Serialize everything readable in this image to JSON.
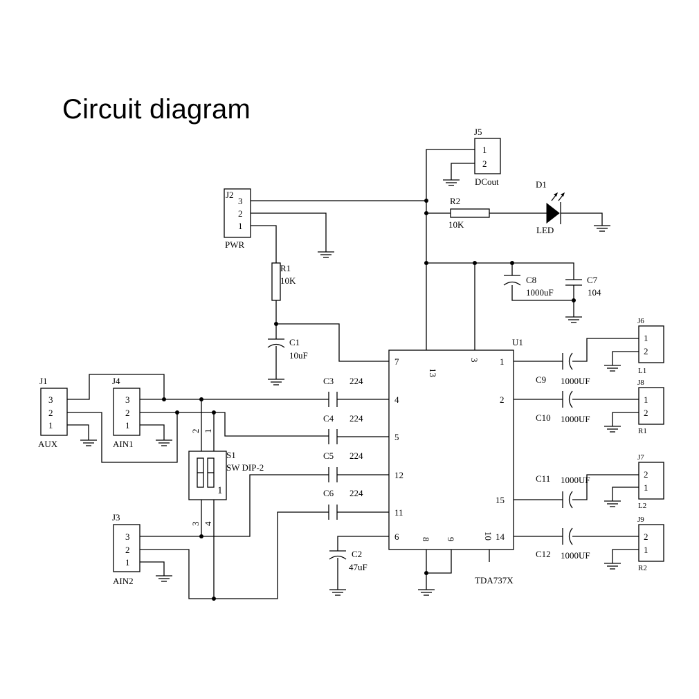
{
  "title": "Circuit diagram",
  "connectors": [
    {
      "id": "j1",
      "ref": "J1",
      "name": "AUX",
      "pins": [
        "3",
        "2",
        "1"
      ]
    },
    {
      "id": "j4",
      "ref": "J4",
      "name": "AIN1",
      "pins": [
        "3",
        "2",
        "1"
      ]
    },
    {
      "id": "j3",
      "ref": "J3",
      "name": "AIN2",
      "pins": [
        "3",
        "2",
        "1"
      ]
    },
    {
      "id": "j2",
      "ref": "J2",
      "name": "PWR",
      "pins": [
        "3",
        "2",
        "1"
      ]
    },
    {
      "id": "j5",
      "ref": "J5",
      "name": "DCout",
      "pins": [
        "1",
        "2"
      ]
    },
    {
      "id": "j6",
      "ref": "J6",
      "name": "L1",
      "pins": [
        "1",
        "2"
      ]
    },
    {
      "id": "j8",
      "ref": "J8",
      "name": "R1",
      "pins": [
        "1",
        "2"
      ]
    },
    {
      "id": "j7",
      "ref": "J7",
      "name": "L2",
      "pins": [
        "2",
        "1"
      ]
    },
    {
      "id": "j9",
      "ref": "J9",
      "name": "R2",
      "pins": [
        "2",
        "1"
      ]
    }
  ],
  "resistors": [
    {
      "id": "r1",
      "ref": "R1",
      "value": "10K"
    },
    {
      "id": "r2",
      "ref": "R2",
      "value": "10K"
    }
  ],
  "capacitors": [
    {
      "id": "c1",
      "ref": "C1",
      "value": "10uF"
    },
    {
      "id": "c2",
      "ref": "C2",
      "value": "47uF"
    },
    {
      "id": "c3",
      "ref": "C3",
      "value": "224"
    },
    {
      "id": "c4",
      "ref": "C4",
      "value": "224"
    },
    {
      "id": "c5",
      "ref": "C5",
      "value": "224"
    },
    {
      "id": "c6",
      "ref": "C6",
      "value": "224"
    },
    {
      "id": "c7",
      "ref": "C7",
      "value": "104"
    },
    {
      "id": "c8",
      "ref": "C8",
      "value": "1000uF"
    },
    {
      "id": "c9",
      "ref": "C9",
      "value": "1000UF"
    },
    {
      "id": "c10",
      "ref": "C10",
      "value": "1000UF"
    },
    {
      "id": "c11",
      "ref": "C11",
      "value": "1000UF"
    },
    {
      "id": "c12",
      "ref": "C12",
      "value": "1000UF"
    }
  ],
  "led": {
    "ref": "D1",
    "name": "LED"
  },
  "switch": {
    "ref": "S1",
    "name": "SW DIP-2",
    "pins": [
      "2",
      "1",
      "3",
      "4"
    ],
    "body_label": "1"
  },
  "ic": {
    "ref": "U1",
    "part": "TDA737X",
    "pins": {
      "p7": "7",
      "p13": "13",
      "p3": "3",
      "p1": "1",
      "p4": "4",
      "p5": "5",
      "p12": "12",
      "p11": "11",
      "p6": "6",
      "p2": "2",
      "p15": "15",
      "p14": "14",
      "p8": "8",
      "p9": "9",
      "p10": "10"
    }
  }
}
